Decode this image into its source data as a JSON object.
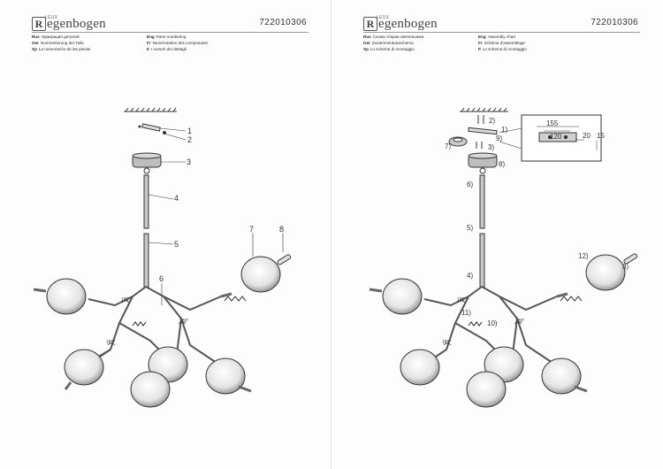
{
  "brand": {
    "letter": "R",
    "rest": "egenbogen",
    "tiny": "LEUX"
  },
  "article_number": "722010306",
  "pages": [
    {
      "labels": [
        {
          "lang": "Rus",
          "text": "Нумерация деталей"
        },
        {
          "lang": "Eng",
          "text": "Parts numbering"
        },
        {
          "lang": "Ger",
          "text": "Nummerierung der Teile"
        },
        {
          "lang": "Fr",
          "text": "Numérotation des composants"
        },
        {
          "lang": "Sp",
          "text": "La numeración de las piezas"
        },
        {
          "lang": "It",
          "text": "I numeri dei dettagli"
        }
      ],
      "callouts": [
        "1",
        "2",
        "3",
        "4",
        "5",
        "6",
        "7",
        "8"
      ],
      "angles": [
        "180°",
        "180°",
        "180°"
      ]
    },
    {
      "labels": [
        {
          "lang": "Rus",
          "text": "Схема сборки светильника"
        },
        {
          "lang": "Eng",
          "text": "Assembly chart"
        },
        {
          "lang": "Ger",
          "text": "Zusammenbauschema"
        },
        {
          "lang": "Fr",
          "text": "Schéma d'assemblage"
        },
        {
          "lang": "Sp",
          "text": "Lo schema di montaggio"
        },
        {
          "lang": "It",
          "text": "Lo schema di montaggio"
        }
      ],
      "callouts": [
        "2)",
        "1)",
        "9)",
        "3)",
        "7)",
        "8)",
        "6)",
        "5)",
        "4)",
        "11)",
        "10)",
        "12)",
        "3)"
      ],
      "dimensions": [
        "155",
        "120",
        "20",
        "15"
      ],
      "angles": [
        "180°",
        "180°",
        "180°"
      ]
    }
  ]
}
